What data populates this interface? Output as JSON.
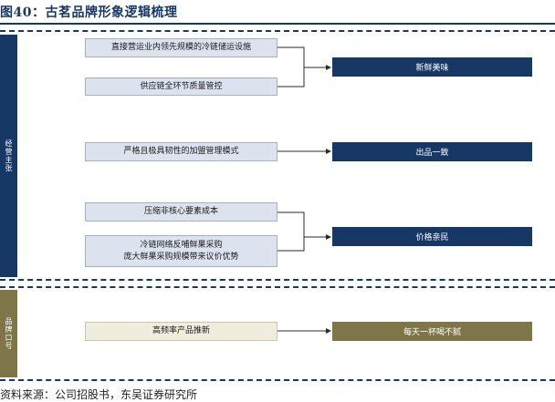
{
  "title": "图40：古茗品牌形象逻辑梳理",
  "sections": {
    "ops": {
      "label": "经营主张"
    },
    "slogan": {
      "label": "品牌口号"
    }
  },
  "inputs": {
    "cold_chain": "直接营运业内领先规模的冷链储运设施",
    "quality": "供应链全环节质量管控",
    "franchise": "严格且极具韧性的加盟管理模式",
    "cost": "压缩非核心要素成本",
    "feedback": "冷链网络反哺鲜果采购",
    "bargain": "庞大鲜果采购规模带来议价优势",
    "product": "高频率产品推新"
  },
  "outputs": {
    "fresh": "新鲜美味",
    "consistent": "出品一致",
    "affordable": "价格亲民",
    "daily": "每天一杯喝不腻"
  },
  "colors": {
    "navy": "#173864",
    "olive": "#7e7649",
    "box_fill": "#dce3ef",
    "gold_fill": "#f0eddf"
  },
  "source": "资料来源：公司招股书，东吴证券研究所"
}
